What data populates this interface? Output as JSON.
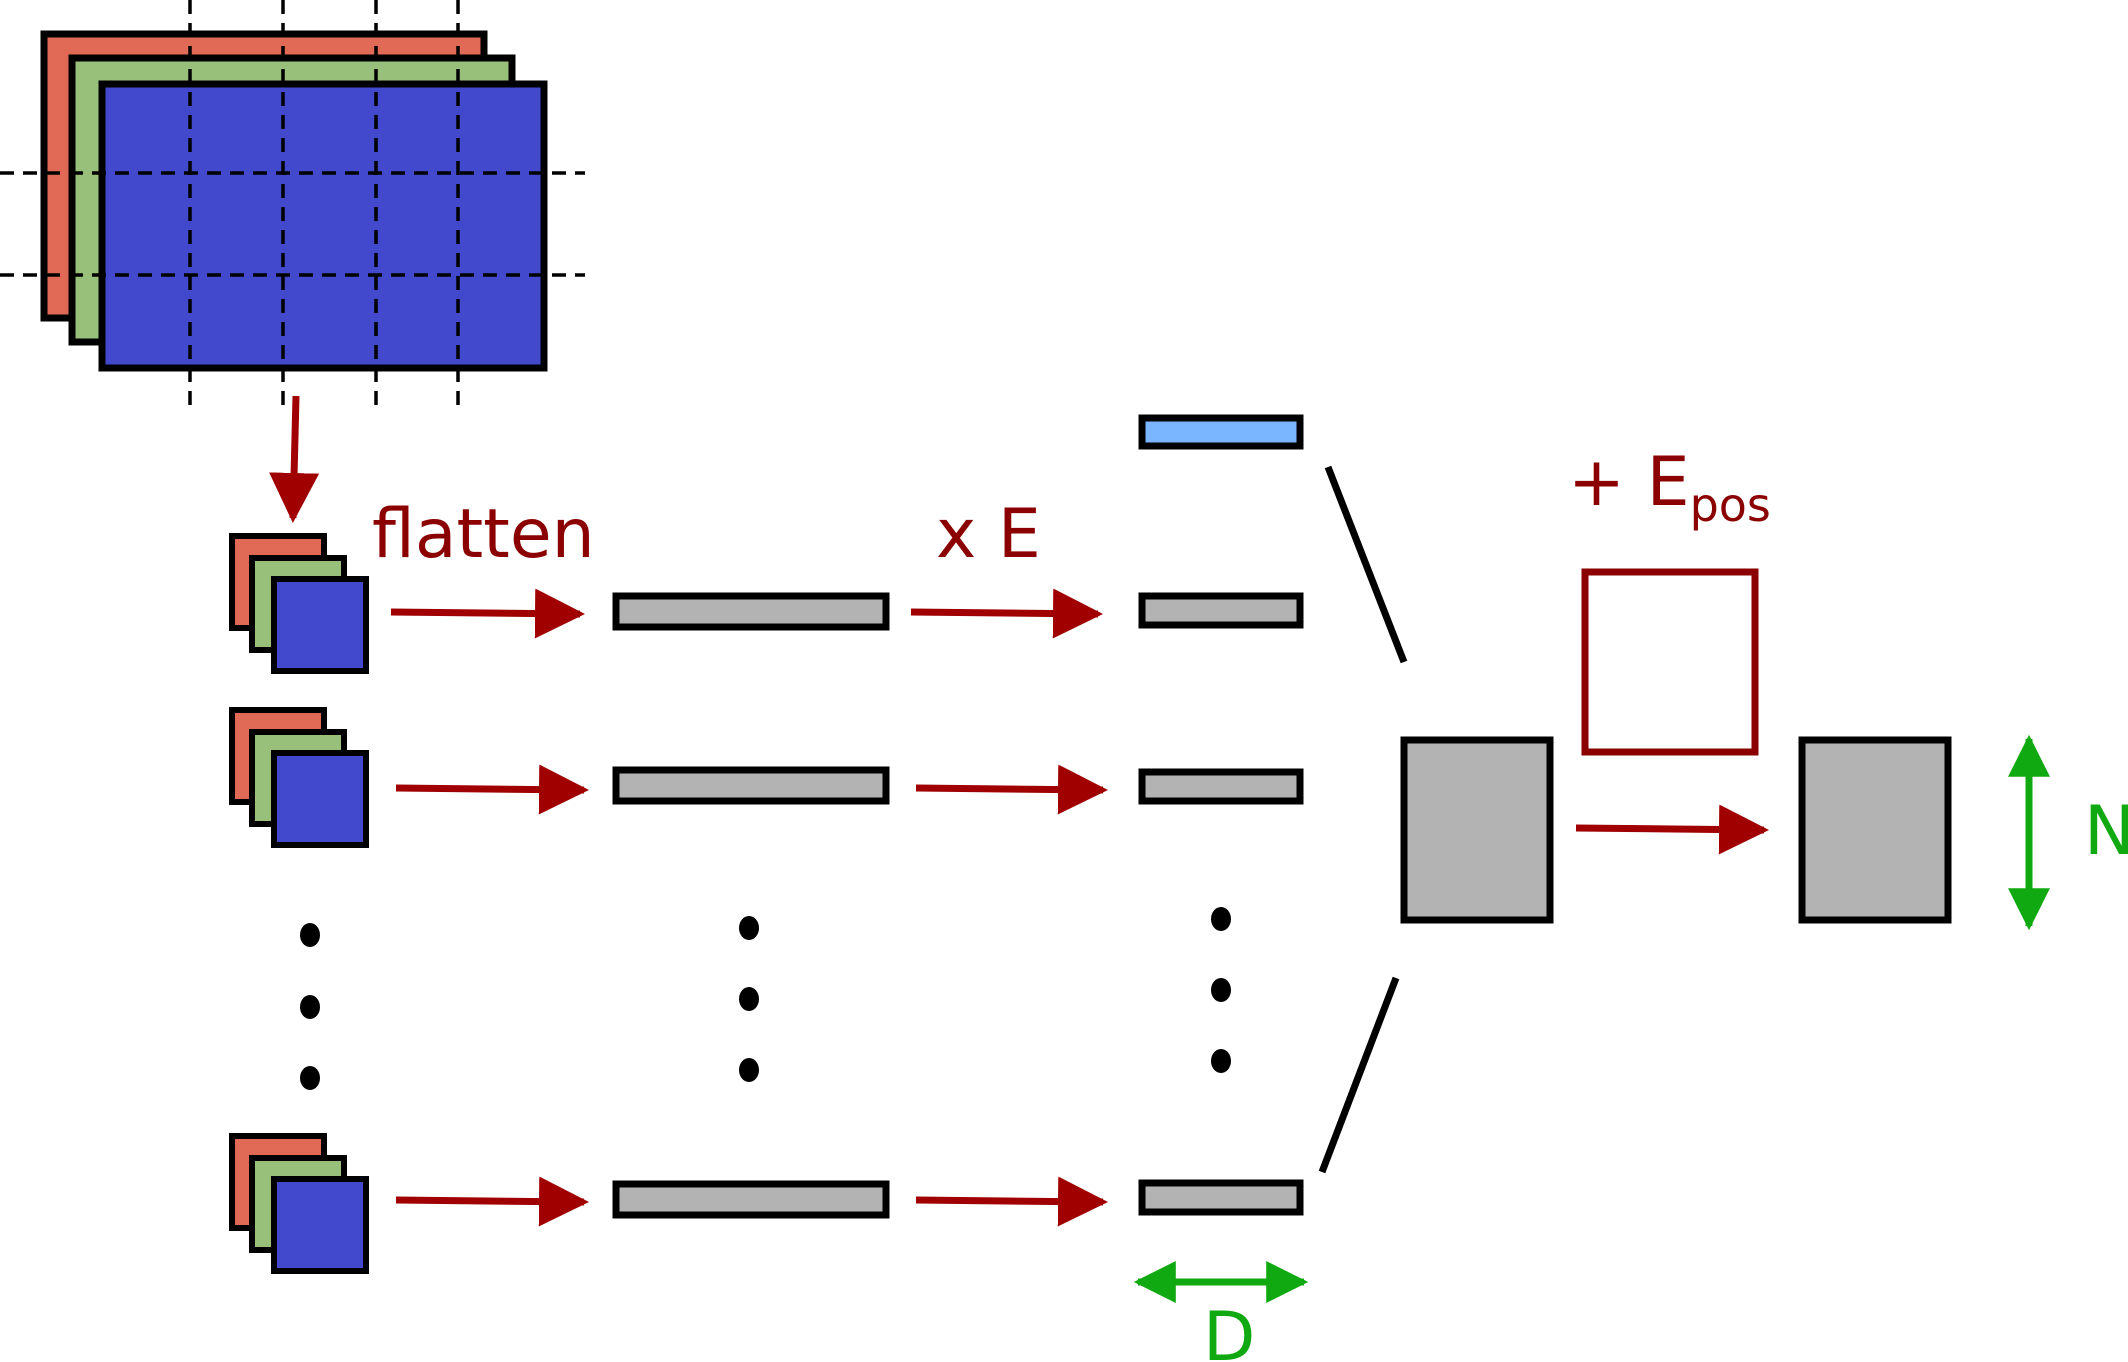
{
  "labels": {
    "flatten": "flatten",
    "times_e": "x E",
    "plus": "+ E",
    "pos_subscript": "pos",
    "n": "N",
    "d": "D"
  },
  "colors": {
    "image_red": "#e06a55",
    "image_green": "#98c07a",
    "image_blue": "#4249cc",
    "class_token": "#7ab5ff",
    "vector_gray": "#b3b3b3",
    "arrow_red": "#a00000",
    "epos_box_red": "#8b0000",
    "dimension_green": "#11a911",
    "outline": "#000000"
  },
  "diagram": {
    "grid_rows": 3,
    "grid_cols": 5,
    "patch_rows_shown": 3,
    "ellipsis": "vertical-dots"
  }
}
